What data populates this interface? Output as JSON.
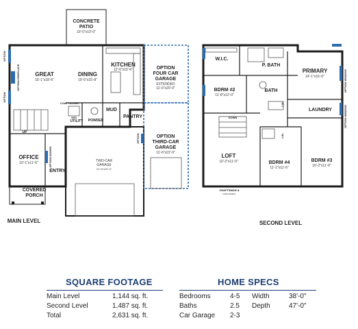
{
  "main_level": {
    "caption": "MAIN LEVEL",
    "rooms": {
      "patio": {
        "name": "CONCRETE PATIO",
        "line1": "CONCRETE",
        "line2": "PATIO",
        "dims": "10'-0\"x10'-0\""
      },
      "great": {
        "name": "GREAT",
        "dims": "15'-1\"x18'-6\""
      },
      "dining": {
        "name": "DINING",
        "dims": "10'-5\"x15'-8\""
      },
      "kitchen": {
        "name": "KITCHEN",
        "dims": "12'-0\"x15'-6\""
      },
      "four_car": {
        "line1": "OPTION",
        "line2": "FOUR CAR",
        "line3": "GARAGE",
        "line4": "EXTENDED",
        "dims": "11'-6\"x20'-0\""
      },
      "mud": {
        "name": "MUD"
      },
      "pantry": {
        "name": "PANTRY"
      },
      "utility": {
        "name": "UTILITY"
      },
      "powder": {
        "name": "POWDER"
      },
      "coat": {
        "name": "COAT CLOSET"
      },
      "w_d": {
        "name": "W/D"
      },
      "third_car": {
        "line1": "OPTION",
        "line2": "THIRD-CAR",
        "line3": "GARAGE",
        "dims": "11'-6\"x22'-0\""
      },
      "two_car": {
        "line1": "TWO-CAR",
        "line2": "GARAGE",
        "dims": "21'-6\"x22'-0\""
      },
      "office": {
        "name": "OFFICE",
        "dims": "10'-1\"x11'-6\""
      },
      "entry": {
        "name": "ENTRY"
      },
      "porch": {
        "line1": "COVERED",
        "line2": "PORCH"
      },
      "up": {
        "name": "UP"
      }
    },
    "options": {
      "fireplace": "OPTION FIREPLACE",
      "left_top": "OPTION",
      "left_mid": "OPTION",
      "office_doors": "OPTION DOORS",
      "garage_side": "OPTION"
    }
  },
  "second_level": {
    "caption": "SECOND LEVEL",
    "rooms": {
      "wic": {
        "name": "W.I.C."
      },
      "pbath": {
        "name": "P. BATH"
      },
      "primary": {
        "name": "PRIMARY",
        "dims": "14'-1\"x16'-0\""
      },
      "bdrm2": {
        "name": "BDRM #2",
        "dims": "11'-8\"x12'-0\""
      },
      "bath": {
        "name": "BATH"
      },
      "lin_top": {
        "name": "LIN."
      },
      "laundry": {
        "name": "LAUNDRY"
      },
      "down": {
        "name": "DOWN"
      },
      "loft": {
        "name": "LOFT",
        "dims": "10'-2\"x11'-0\""
      },
      "lin_mid": {
        "name": "LIN."
      },
      "bdrm4": {
        "name": "BDRM #4",
        "dims": "11'-1\"x11'-6\""
      },
      "bdrm3": {
        "name": "BDRM #3",
        "dims": "10'-2\"x11'-6\""
      },
      "craftsman": {
        "line1": "CRAFTSMAN &",
        "line2": "NORTHWEST"
      }
    },
    "options": {
      "primary_side": "OPTION WINDOW",
      "laundry_side": "OPTION WINDOW"
    }
  },
  "square_footage": {
    "title": "SQUARE FOOTAGE",
    "rows": [
      {
        "label": "Main Level",
        "value": "1,144 sq. ft."
      },
      {
        "label": "Second Level",
        "value": "1,487 sq. ft."
      },
      {
        "label": "Total",
        "value": "2,631 sq. ft."
      }
    ]
  },
  "home_specs": {
    "title": "HOME SPECS",
    "rows": [
      {
        "label": "Bedrooms",
        "value": "4-5",
        "label2": "Width",
        "value2": "38'-0\""
      },
      {
        "label": "Baths",
        "value": "2.5",
        "label2": "Depth",
        "value2": "47'-0\""
      },
      {
        "label": "Car Garage",
        "value": "2-3",
        "label2": "",
        "value2": ""
      }
    ]
  },
  "colors": {
    "accent": "#1c3d73",
    "option_blue": "#2b6cb0"
  }
}
